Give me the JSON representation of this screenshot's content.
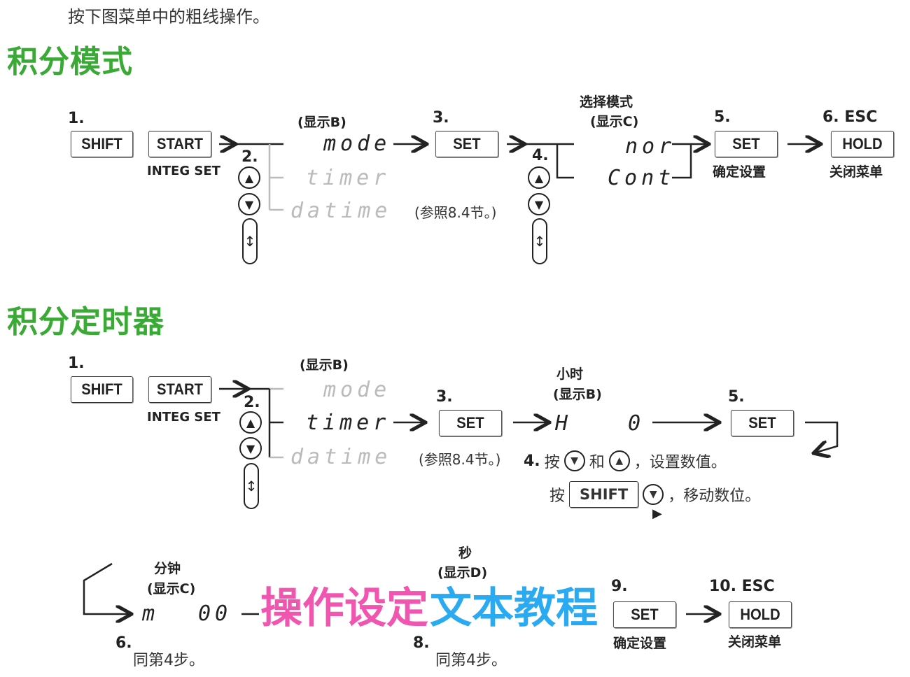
{
  "intro": "按下图菜单中的粗线操作。",
  "section1": {
    "title": "积分模式",
    "step1": "1.",
    "shift": "SHIFT",
    "start": "START",
    "integ_set": "INTEG SET",
    "step2": "2.",
    "display_b": "(显示B)",
    "menu": [
      "mode",
      "timer",
      "datime"
    ],
    "step3": "3.",
    "set": "SET",
    "ref": "(参照8.4节。)",
    "step4": "4.",
    "select_mode": "选择模式",
    "display_c": "(显示C)",
    "options": [
      "nor",
      "Cont"
    ],
    "step5": "5.",
    "confirm": "确定设置",
    "step6": "6.  ESC",
    "hold": "HOLD",
    "close": "关闭菜单"
  },
  "section2": {
    "title": "积分定时器",
    "step1": "1.",
    "shift": "SHIFT",
    "start": "START",
    "integ_set": "INTEG SET",
    "step2": "2.",
    "display_b": "(显示B)",
    "menu": [
      "mode",
      "timer",
      "datime"
    ],
    "step3": "3.",
    "set": "SET",
    "ref": "(参照8.4节。)",
    "hour": "小时",
    "hour_display": "(显示B)",
    "hour_seg": "H",
    "hour_val": "0",
    "step4": "4.",
    "press": "按",
    "and": "和",
    "set_value": "，设置数值。",
    "press2": "按",
    "shift2": "SHIFT",
    "move_digit": "，移动数位。",
    "step5": "5.",
    "set5": "SET",
    "minute": "分钟",
    "minute_display": "(显示C)",
    "minute_seg": "m",
    "minute_val": "00",
    "step6": "6.",
    "same6": "同第4步。",
    "second": "秒",
    "second_display": "(显示D)",
    "step8": "8.",
    "same8": "同第4步。",
    "step9": "9.",
    "set9": "SET",
    "confirm": "确定设置",
    "step10": "10.  ESC",
    "hold": "HOLD",
    "close": "关闭菜单"
  },
  "watermark": {
    "part1": "操作设定",
    "part2": "文本教程",
    "color1": "#f055b0",
    "color2": "#2aaaf0"
  },
  "icons": {
    "up": "▲",
    "down": "▼",
    "scroll": "↕",
    "right": "▶"
  }
}
